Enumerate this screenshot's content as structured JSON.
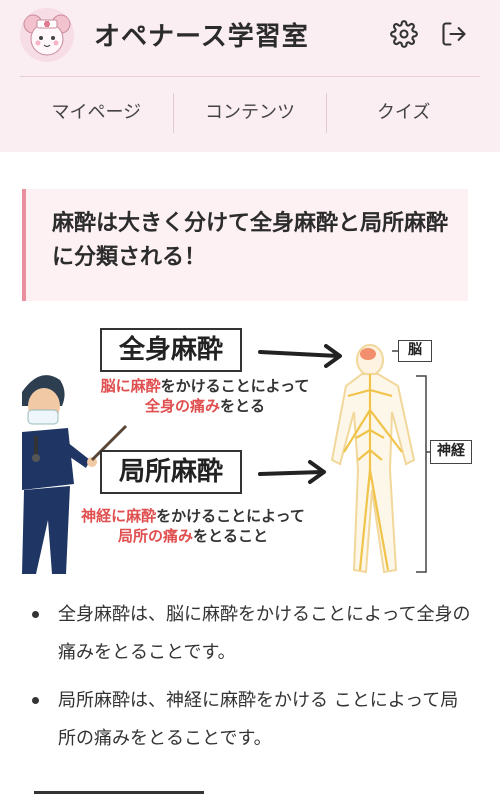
{
  "app": {
    "title": "オペナース学習室"
  },
  "header": {
    "avatar": "mouse-nurse-mascot",
    "icons": {
      "settings": "gear-icon",
      "logout": "logout-icon"
    }
  },
  "tabs": [
    {
      "label": "マイページ"
    },
    {
      "label": "コンテンツ"
    },
    {
      "label": "クイズ"
    }
  ],
  "callout": {
    "text": "麻酔は大きく分けて全身麻酔と局所麻酔に分類される！",
    "accent_color": "#e9909f"
  },
  "illustration": {
    "general": {
      "label": "全身麻酔",
      "desc_line1_red": "脳に麻酔",
      "desc_line1_rest": "をかけることによって",
      "desc_line2_red": "全身の痛み",
      "desc_line2_rest": "をとる"
    },
    "local": {
      "label": "局所麻酔",
      "desc_line1_red": "神経に麻酔",
      "desc_line1_rest": "をかけることによって",
      "desc_line2_red": "局所の痛み",
      "desc_line2_rest": "をとること"
    },
    "tags": {
      "brain": "脳",
      "nerve": "神経"
    }
  },
  "bullets": [
    "全身麻酔は、脳に麻酔をかけることによって全身の痛みをとることです。",
    "局所麻酔は、神経に麻酔をかける ことによって局所の痛みをとることです。"
  ],
  "colors": {
    "background": "#fbeef3",
    "highlight_red": "#e05050"
  }
}
